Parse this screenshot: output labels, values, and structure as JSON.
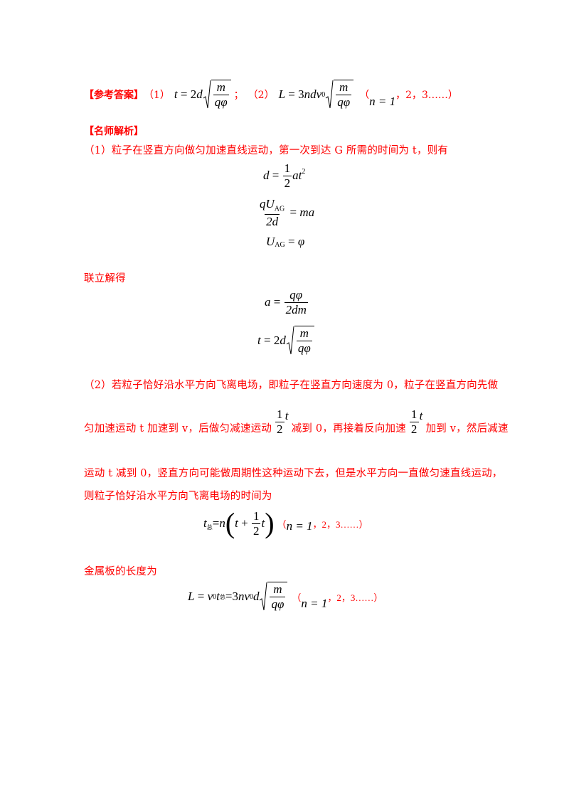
{
  "answer": {
    "label": "【参考答案】",
    "part1_marker": "（1）",
    "sep1": "；",
    "part2_marker": "（2）",
    "range_open": "（",
    "n_eq": "n = 1",
    "range_rest": "，2，3……）"
  },
  "analysis": {
    "label": "【名师解析】",
    "p1": "（1）粒子在竖直方向做匀加速直线运动，第一次到达 G 所需的时间为 t，则有",
    "joint": "联立解得",
    "p2_line1": "（2）若粒子恰好沿水平方向飞离电场，即粒子在竖直方向速度为 0，粒子在竖直方向先做",
    "p2_line2_a": "匀加速运动 t 加速到 v，后做匀减速运动",
    "p2_line2_b": "减到 0，再接着反向加速",
    "p2_line2_c": "加到 v，然后减速",
    "p2_line3": "运动 t 减到 0，竖直方向可能做周期性这种运动下去，但是水平方向一直做匀速直线运动，",
    "p2_line4": "则粒子恰好沿水平方向飞离电场的时间为",
    "length_intro": "金属板的长度为"
  },
  "symbols": {
    "t": "t",
    "eq": "=",
    "two": "2",
    "one": "1",
    "three": "3",
    "d": "d",
    "L": "L",
    "m": "m",
    "q_phi": "qφ",
    "a": "a",
    "at": "at",
    "sq": "2",
    "qU": "qU",
    "AG": "AG",
    "two_d": "2d",
    "ma": "ma",
    "U": "U",
    "phi": "φ",
    "two_dm": "2dm",
    "ndv": "ndv",
    "zero": "0",
    "t_total": "t",
    "zong": "总",
    "n": "n",
    "plus": "+",
    "v": "v",
    "nv": "nv",
    "open_paren": "(",
    "close_paren": ")"
  }
}
